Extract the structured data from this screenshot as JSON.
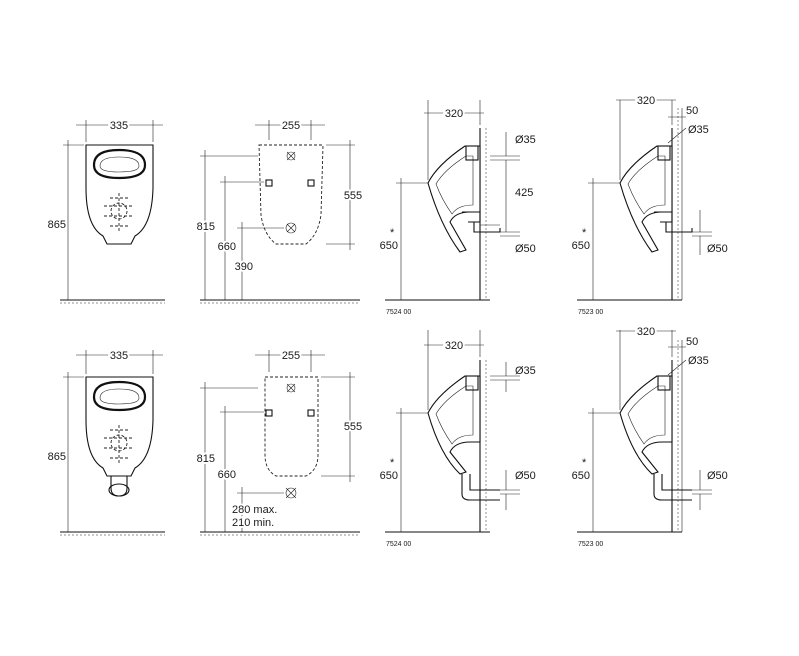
{
  "panels": {
    "front_top": {
      "width": "335",
      "height": "865"
    },
    "front_bottom": {
      "width": "335",
      "height": "865"
    },
    "rear_top": {
      "width": "255",
      "h1": "815",
      "h2": "660",
      "h3": "390",
      "h4": "555"
    },
    "rear_bottom": {
      "width": "255",
      "h1": "815",
      "h2": "660",
      "h4": "555",
      "outlet_max": "280 max.",
      "outlet_min": "210 min."
    },
    "side_a_top": {
      "depth": "320",
      "inlet": "Ø35",
      "spacing": "425",
      "outlet": "Ø50",
      "height": "650",
      "star": "*",
      "code": "7524 00"
    },
    "side_b_top": {
      "depth": "320",
      "offset": "50",
      "inlet": "Ø35",
      "outlet": "Ø50",
      "height": "650",
      "star": "*",
      "code": "7523 00"
    },
    "side_a_bottom": {
      "depth": "320",
      "inlet": "Ø35",
      "outlet": "Ø50",
      "height": "650",
      "star": "*",
      "code": "7524 00"
    },
    "side_b_bottom": {
      "depth": "320",
      "offset": "50",
      "inlet": "Ø35",
      "outlet": "Ø50",
      "height": "650",
      "star": "*",
      "code": "7523 00"
    }
  }
}
